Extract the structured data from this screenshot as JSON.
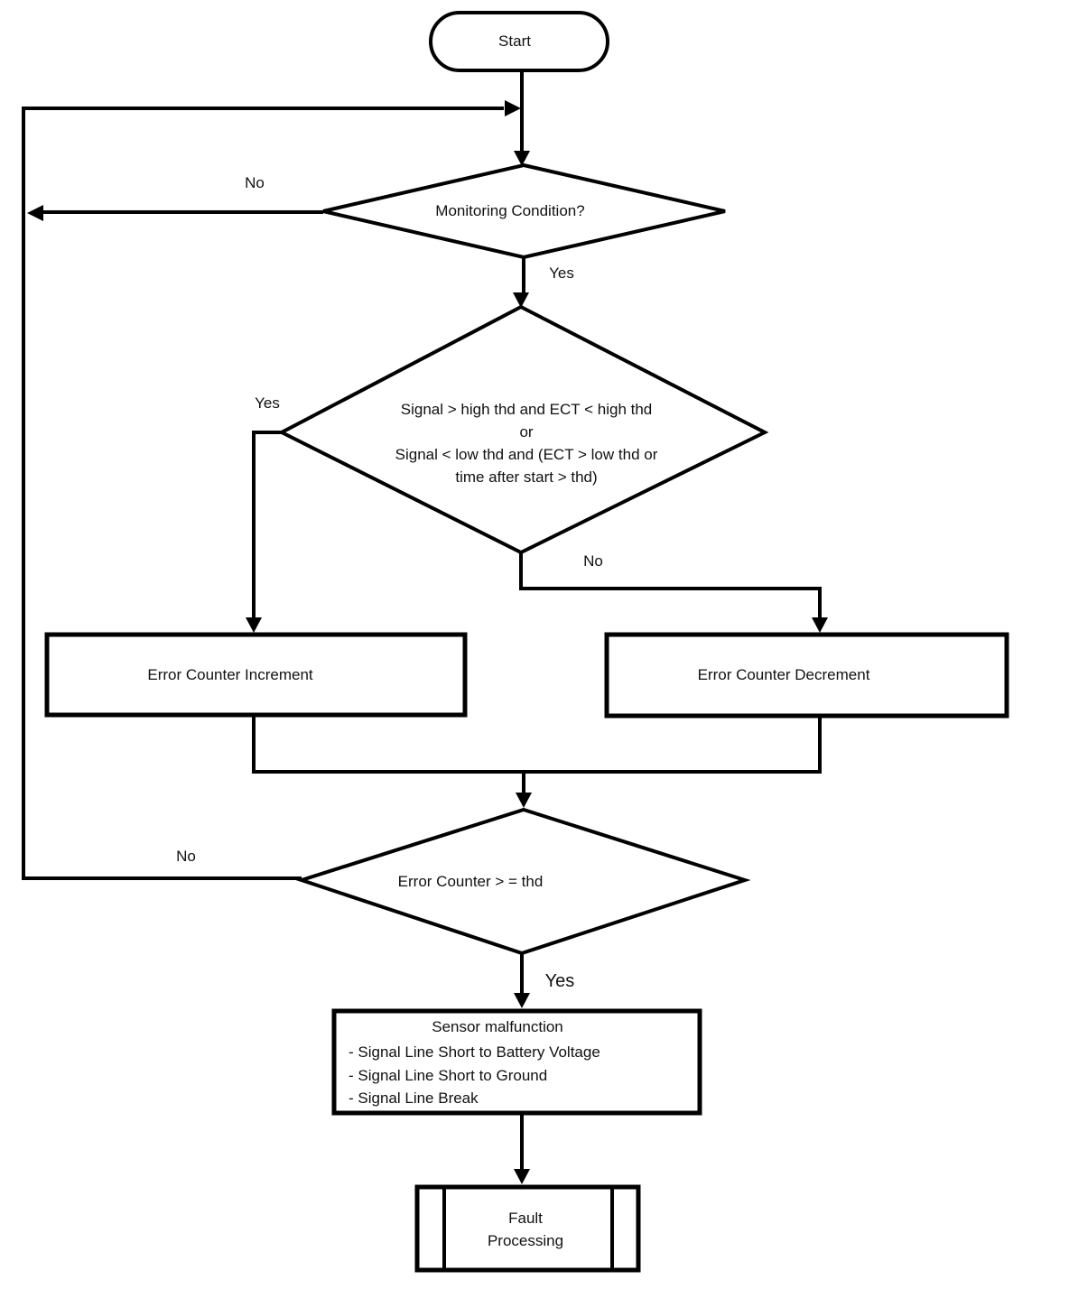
{
  "diagram": {
    "type": "flowchart",
    "colors": {
      "line": "#000000",
      "background": "#ffffff",
      "text": "#111111"
    },
    "nodes": {
      "start": {
        "shape": "terminator",
        "label": "Start"
      },
      "monitoring": {
        "shape": "decision",
        "label": "Monitoring Condition?"
      },
      "signal_check": {
        "shape": "decision",
        "lines": [
          "Signal > high thd and ECT < high thd",
          "or",
          "Signal < low thd and (ECT > low thd or",
          "time after start > thd)"
        ]
      },
      "increment": {
        "shape": "process",
        "label": "Error Counter Increment"
      },
      "decrement": {
        "shape": "process",
        "label": "Error Counter Decrement"
      },
      "threshold": {
        "shape": "decision",
        "label": "Error Counter > = thd"
      },
      "malfunction": {
        "shape": "process",
        "title": "Sensor malfunction",
        "items": [
          "- Signal Line Short to Battery Voltage",
          "- Signal Line Short to Ground",
          "- Signal Line Break"
        ]
      },
      "fault": {
        "shape": "predefined-process",
        "lines": [
          "Fault",
          "Processing"
        ]
      }
    },
    "edges": {
      "monitoring_no": "No",
      "monitoring_yes": "Yes",
      "signal_yes": "Yes",
      "signal_no": "No",
      "threshold_no": "No",
      "threshold_yes": "Yes"
    }
  }
}
